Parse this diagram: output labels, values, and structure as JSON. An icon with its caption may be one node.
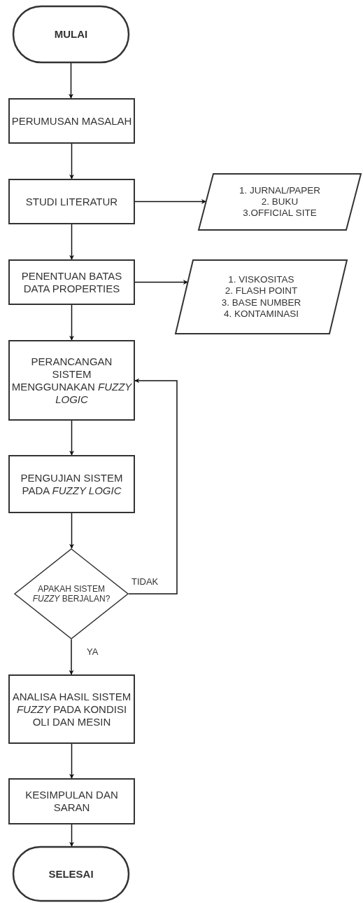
{
  "diagram": {
    "nodes": [
      {
        "text": [
          "MULAI"
        ]
      },
      {
        "text": [
          "PERUMUSAN MASALAH"
        ]
      },
      {
        "text": [
          "STUDI LITERATUR"
        ]
      },
      {
        "text": [
          "1. JURNAL/PAPER",
          "2. BUKU",
          "3.OFFICIAL SITE"
        ]
      },
      {
        "text": [
          "PENENTUAN BATAS DATA PROPERTIES"
        ]
      },
      {
        "text": [
          "1. VISKOSITAS",
          "2. FLASH POINT",
          "3. BASE NUMBER",
          "4. KONTAMINASI"
        ]
      },
      {
        "text": [
          "PERANCANGAN SISTEM MENGGUNAKAN *FUZZY LOGIC*"
        ]
      },
      {
        "text": [
          "PENGUJIAN SISTEM PADA *FUZZY LOGIC*"
        ]
      },
      {
        "text": [
          "APAKAH SISTEM *FUZZY* BERJALAN?"
        ]
      },
      {
        "text": [
          "ANALISA HASIL SISTEM *FUZZY* PADA KONDISI OLI DAN MESIN"
        ]
      },
      {
        "text": [
          "KESIMPULAN DAN SARAN"
        ]
      },
      {
        "text": [
          "SELESAI"
        ]
      }
    ],
    "edges": [
      {
        "from": 0,
        "to": 1,
        "arrow": "to"
      },
      {
        "from": 1,
        "to": 2,
        "arrow": "to"
      },
      {
        "from": 2,
        "to": 3,
        "arrow": "to"
      },
      {
        "from": 2,
        "to": 4,
        "arrow": "to"
      },
      {
        "from": 4,
        "to": 5,
        "arrow": "to"
      },
      {
        "from": 4,
        "to": 6,
        "arrow": "to"
      },
      {
        "from": 6,
        "to": 7,
        "arrow": "to"
      },
      {
        "from": 7,
        "to": 8,
        "arrow": "to"
      },
      {
        "from": 8,
        "to": 6,
        "arrow": "to",
        "label": "TIDAK"
      },
      {
        "from": 8,
        "to": 9,
        "arrow": "to",
        "label": "YA"
      },
      {
        "from": 9,
        "to": 10,
        "arrow": "to"
      },
      {
        "from": 10,
        "to": 11,
        "arrow": "to"
      }
    ]
  }
}
